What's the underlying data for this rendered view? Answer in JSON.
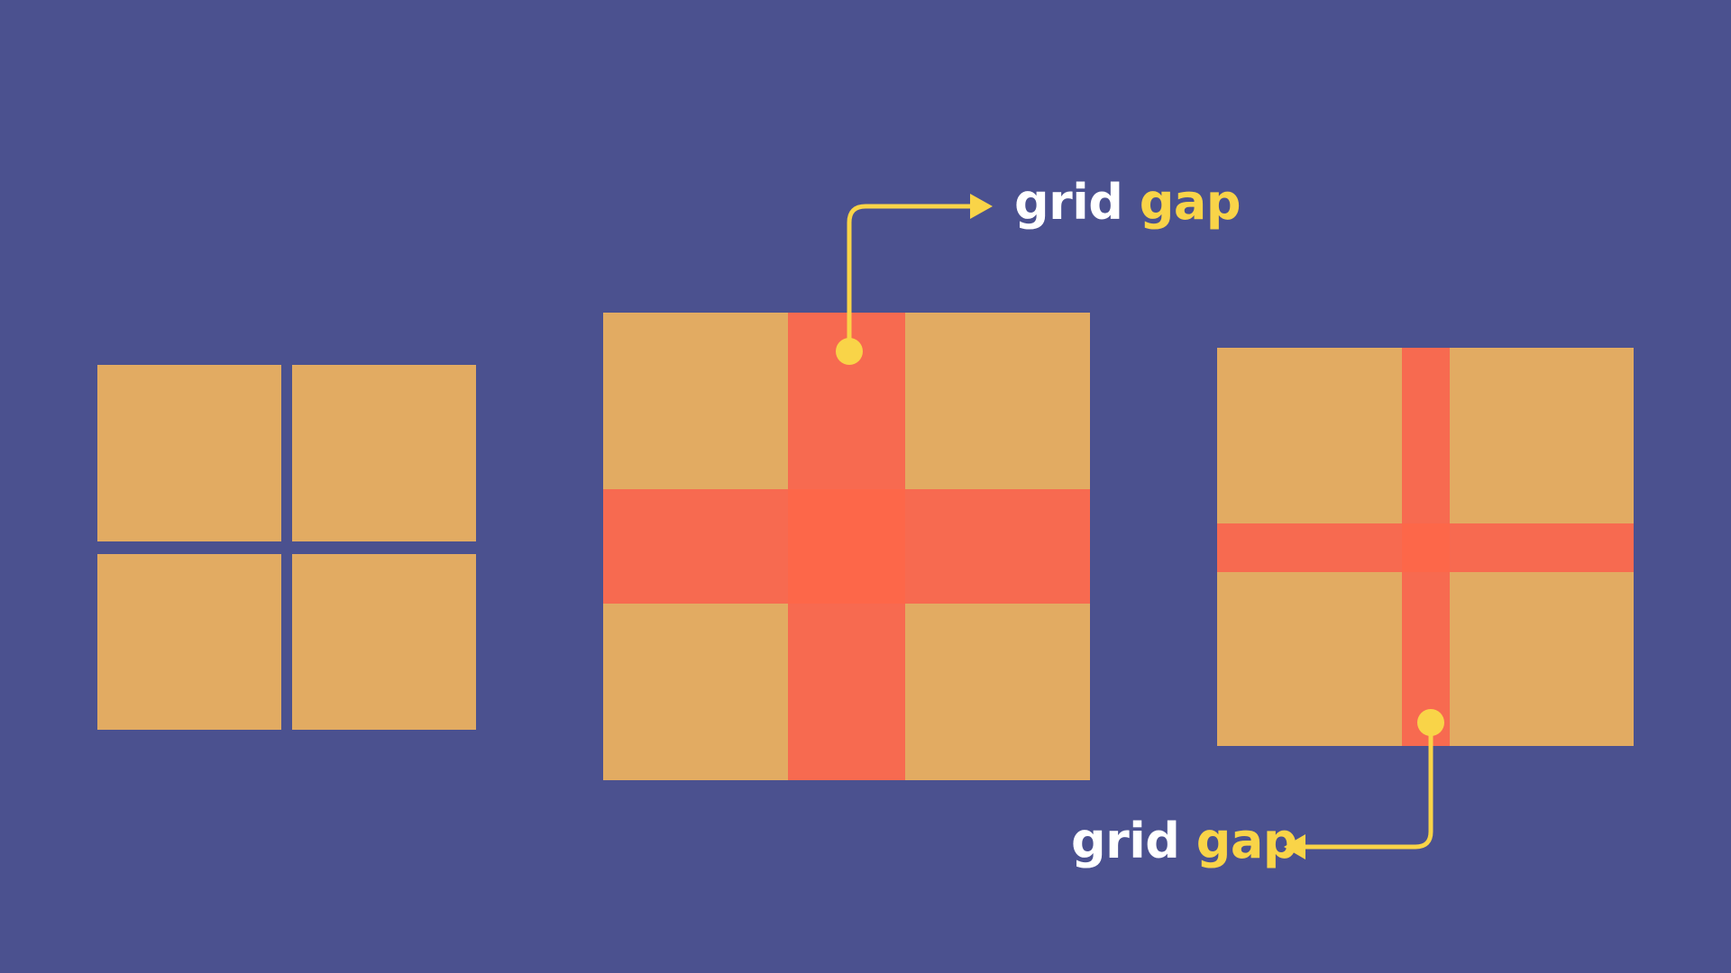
{
  "colors": {
    "background": "#4b518f",
    "cell": "#e2ab62",
    "gap_highlight": "#f76a50",
    "accent": "#f9d448",
    "text": "#ffffff"
  },
  "callouts": [
    {
      "word1": "grid",
      "word2": "gap"
    },
    {
      "word1": "grid",
      "word2": "gap"
    }
  ]
}
